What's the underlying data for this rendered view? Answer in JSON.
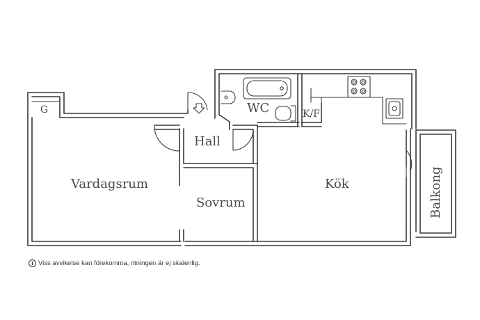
{
  "rooms": {
    "vardagsrum": "Vardagsrum",
    "hall": "Hall",
    "wc": "WC",
    "kf": "K/F",
    "sovrum": "Sovrum",
    "kok": "Kök",
    "balkong": "Balkong",
    "garderob": "G"
  },
  "disclaimer": {
    "icon": "info-icon",
    "text": "Viss avvikelse kan förekomma, ritningen är ej skalenlig."
  }
}
